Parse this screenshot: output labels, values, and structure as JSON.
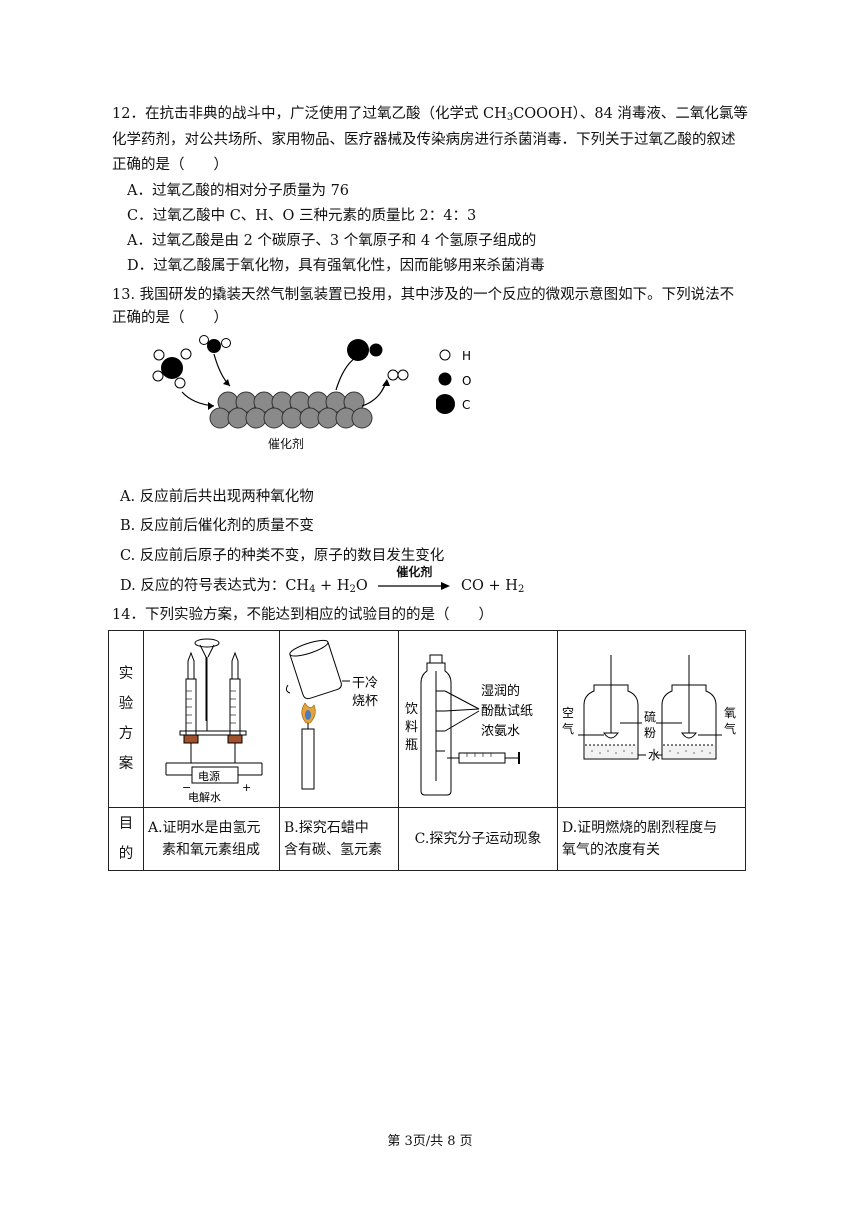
{
  "q12": {
    "stem1": "12．在抗击非典的战斗中，广泛使用了过氧乙酸（化学式 CH",
    "stem1_sub": "3",
    "stem1_tail": "COOOH）、84 消毒液、二氧化氯等",
    "stem2": "化学药剂，对公共场所、家用物品、医疗器械及传染病房进行杀菌消毒．下列关于过氧乙酸的叙述",
    "stem3": "正确的是（　　）",
    "options": [
      "A．过氧乙酸的相对分子质量为 76",
      "C．过氧乙酸中 C、H、O 三种元素的质量比 2：4：3",
      "A．过氧乙酸是由 2 个碳原子、3 个氧原子和 4 个氢原子组成的",
      "D．过氧乙酸属于氧化物，具有强氧化性，因而能够用来杀菌消毒"
    ]
  },
  "q13": {
    "stem1": "13. 我国研发的撬装天然气制氢装置已投用，其中涉及的一个反应的微观示意图如下。下列说法不",
    "stem2": "正确的是（　　）",
    "catalyst_label": "催化剂",
    "legend": {
      "h": "H",
      "o": "O",
      "c": "C"
    },
    "options": {
      "a": "A. 反应前后共出现两种氧化物",
      "b": "B. 反应前后催化剂的质量不变",
      "c": "C. 反应前后原子的种类不变，原子的数目发生变化",
      "d_prefix": "D. 反应的符号表达式为：CH",
      "d_sub1": "4",
      "d_plus": " + H",
      "d_sub2": "2",
      "d_o": "O",
      "d_arrow_label": "催化剂",
      "d_product": "CO + H",
      "d_sub3": "2"
    }
  },
  "q14": {
    "stem": "14．下列实验方案，不能达到相应的试验目的的是（　　）",
    "row1_head": [
      "实",
      "验",
      "方",
      "案"
    ],
    "row2_head": [
      "目",
      "的"
    ],
    "fig_a": {
      "power": "电源",
      "minus": "−",
      "plus": "+",
      "caption": "电解水"
    },
    "fig_b": {
      "label1": "干冷",
      "label2": "烧杯"
    },
    "fig_c": {
      "bottle": [
        "饮",
        "料",
        "瓶"
      ],
      "label1": "湿润的",
      "label2": "酚酞试纸",
      "label3": "浓氨水"
    },
    "fig_d": {
      "air": [
        "空",
        "气"
      ],
      "sulfur": [
        "硫",
        "粉"
      ],
      "water": "水",
      "oxygen": [
        "氧",
        "气"
      ]
    },
    "purposes": {
      "a1": "A.证明水是由氢元",
      "a2": "素和氧元素组成",
      "b1": "B.探究石蜡中",
      "b2": "含有碳、氢元素",
      "c": "C.探究分子运动现象",
      "d1": "D.证明燃烧的剧烈程度与",
      "d2": "氧气的浓度有关"
    }
  },
  "footer": "第 3页/共 8 页"
}
